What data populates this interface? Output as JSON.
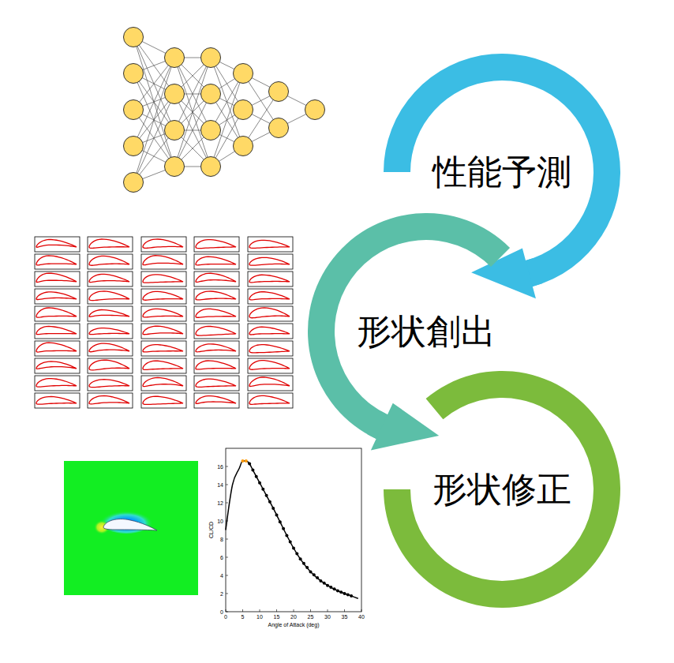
{
  "diagram": {
    "nodes": [
      {
        "text": [
          "性能予測"
        ]
      },
      {
        "text": [
          "形状創出"
        ]
      },
      {
        "text": [
          "形状修正"
        ]
      }
    ],
    "edges": [
      {
        "from": 0,
        "to": 1,
        "arrow": "to"
      },
      {
        "from": 1,
        "to": 2,
        "arrow": "to"
      }
    ],
    "labels": [
      "0",
      "2",
      "4",
      "6",
      "8",
      "10",
      "12",
      "14",
      "16",
      "0",
      "5",
      "10",
      "15",
      "20",
      "25",
      "30",
      "35",
      "40",
      "CL/CD",
      "Angle of Attack (deg)"
    ]
  }
}
